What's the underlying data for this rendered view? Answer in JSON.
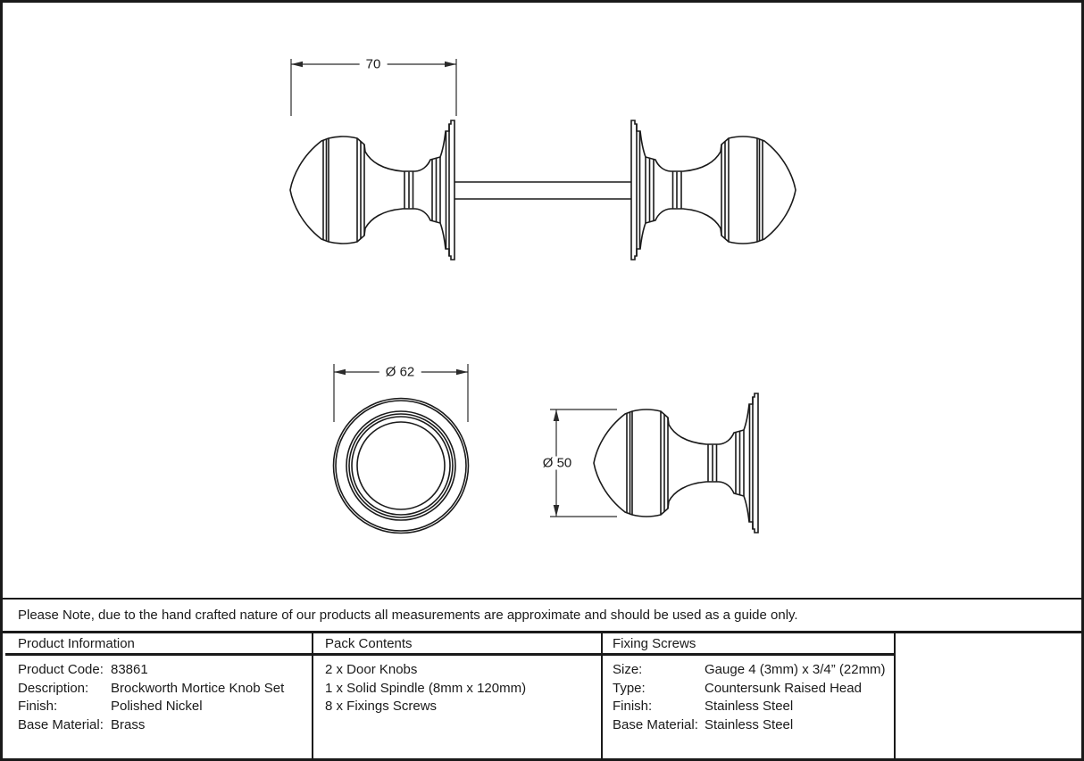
{
  "colors": {
    "line": "#1a1a1a",
    "background": "#ffffff"
  },
  "drawing": {
    "views": {
      "top": "knob-set-side-view-with-spindle",
      "bottom_left": "rose-front-view",
      "bottom_right": "single-knob-side-view"
    },
    "dim_width": "70",
    "dim_rose_diameter": "Ø 62",
    "dim_knob_diameter": "Ø 50"
  },
  "note": "Please Note, due to the hand crafted nature of our products all measurements are approximate and should be used as a guide only.",
  "table": {
    "product_information": {
      "header": "Product Information",
      "rows": [
        {
          "label": "Product Code:",
          "value": "83861"
        },
        {
          "label": "Description:",
          "value": "Brockworth Mortice Knob Set"
        },
        {
          "label": "Finish:",
          "value": "Polished Nickel"
        },
        {
          "label": "Base Material:",
          "value": "Brass"
        }
      ]
    },
    "pack_contents": {
      "header": "Pack Contents",
      "items": [
        "2 x Door Knobs",
        "1 x Solid Spindle (8mm x 120mm)",
        "8 x Fixings Screws"
      ]
    },
    "fixing_screws": {
      "header": "Fixing Screws",
      "rows": [
        {
          "label": "Size:",
          "value": "Gauge 4 (3mm) x 3/4” (22mm)"
        },
        {
          "label": "Type:",
          "value": "Countersunk Raised Head"
        },
        {
          "label": "Finish:",
          "value": "Stainless Steel"
        },
        {
          "label": "Base Material:",
          "value": "Stainless Steel"
        }
      ]
    }
  }
}
